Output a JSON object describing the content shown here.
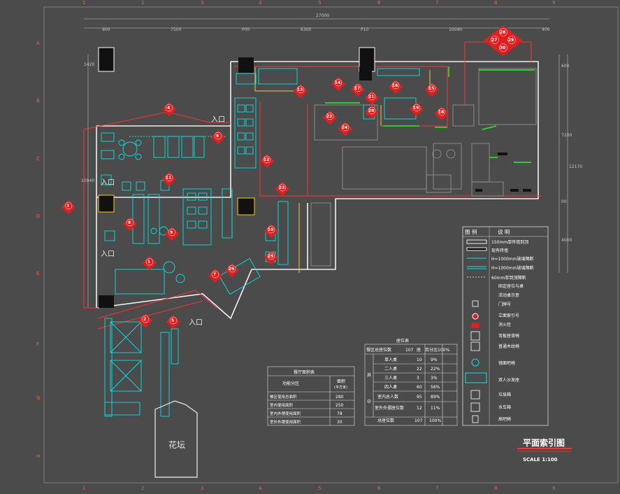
{
  "axis_columns": [
    "1",
    "2",
    "3",
    "4",
    "5",
    "6",
    "7",
    "8",
    "9"
  ],
  "axis_rows": [
    "A",
    "B",
    "C",
    "D",
    "E",
    "F",
    "G",
    "H"
  ],
  "dimensions": {
    "overall": "27000",
    "top_segments": [
      "900",
      "7500",
      "P00",
      "6300",
      "P10",
      "10090",
      "400"
    ],
    "left_height": "10940",
    "left_top": "1420",
    "right_total": "12170",
    "right_segments": [
      "600",
      "7200",
      "00",
      "4000"
    ]
  },
  "labels": {
    "entrance_top": "入口",
    "entrance_left_1": "入口",
    "entrance_left_2": "入口",
    "entrance_bottom": "入口",
    "flower_bed": "花坛"
  },
  "markers": [
    "1",
    "2",
    "3",
    "4",
    "5",
    "6",
    "7",
    "8",
    "9",
    "10",
    "11",
    "12",
    "13",
    "14",
    "15",
    "16",
    "17",
    "18",
    "19",
    "20",
    "21",
    "22",
    "23",
    "24",
    "25",
    "26",
    "27",
    "28",
    "29",
    "30"
  ],
  "legend": {
    "header_left": "图 例",
    "header_right": "说 明",
    "items": [
      "150mm厚砖墙到顶",
      "现有砖墙",
      "H=1000mm玻璃隔断",
      "H=1000mm玻璃隔断",
      "60mm厚到顶隔断",
      "固定座位与桌",
      "活动桌示意",
      "门牌号",
      "立面索引号",
      "消火栓",
      "弯板座背椅",
      "普通木纹椅",
      "镜面吧椅",
      "双人沙发座",
      "垃圾箱",
      "水车箱",
      "高吧椅"
    ]
  },
  "seat_table": {
    "title": "座位表",
    "header": [
      "餐区总座位数",
      "107",
      "座",
      "百分比100%"
    ],
    "group_1": "其",
    "group_2": "中",
    "rows": [
      [
        "单人桌",
        "10",
        "9%"
      ],
      [
        "二人桌",
        "22",
        "22%"
      ],
      [
        "三人桌",
        "3",
        "3%"
      ],
      [
        "四人桌",
        "60",
        "56%"
      ],
      [
        "室内总人数",
        "95",
        "89%"
      ],
      [
        "室外外摆座位数",
        "12",
        "11%"
      ],
      [
        "总座位数",
        "107",
        "100%"
      ]
    ]
  },
  "area_table": {
    "title": "餐厅面积表",
    "col_1": "功能分区",
    "col_2": "面积",
    "col_2_unit": "(平方米)",
    "rows": [
      [
        "餐区使用总面积",
        "280"
      ],
      [
        "室内使用面积",
        "250"
      ],
      [
        "室内外摆使用面积",
        "78"
      ],
      [
        "室外外摆使用面积",
        "30"
      ]
    ]
  },
  "title_block": {
    "title": "平面索引图",
    "scale": "SCALE 1:100"
  }
}
